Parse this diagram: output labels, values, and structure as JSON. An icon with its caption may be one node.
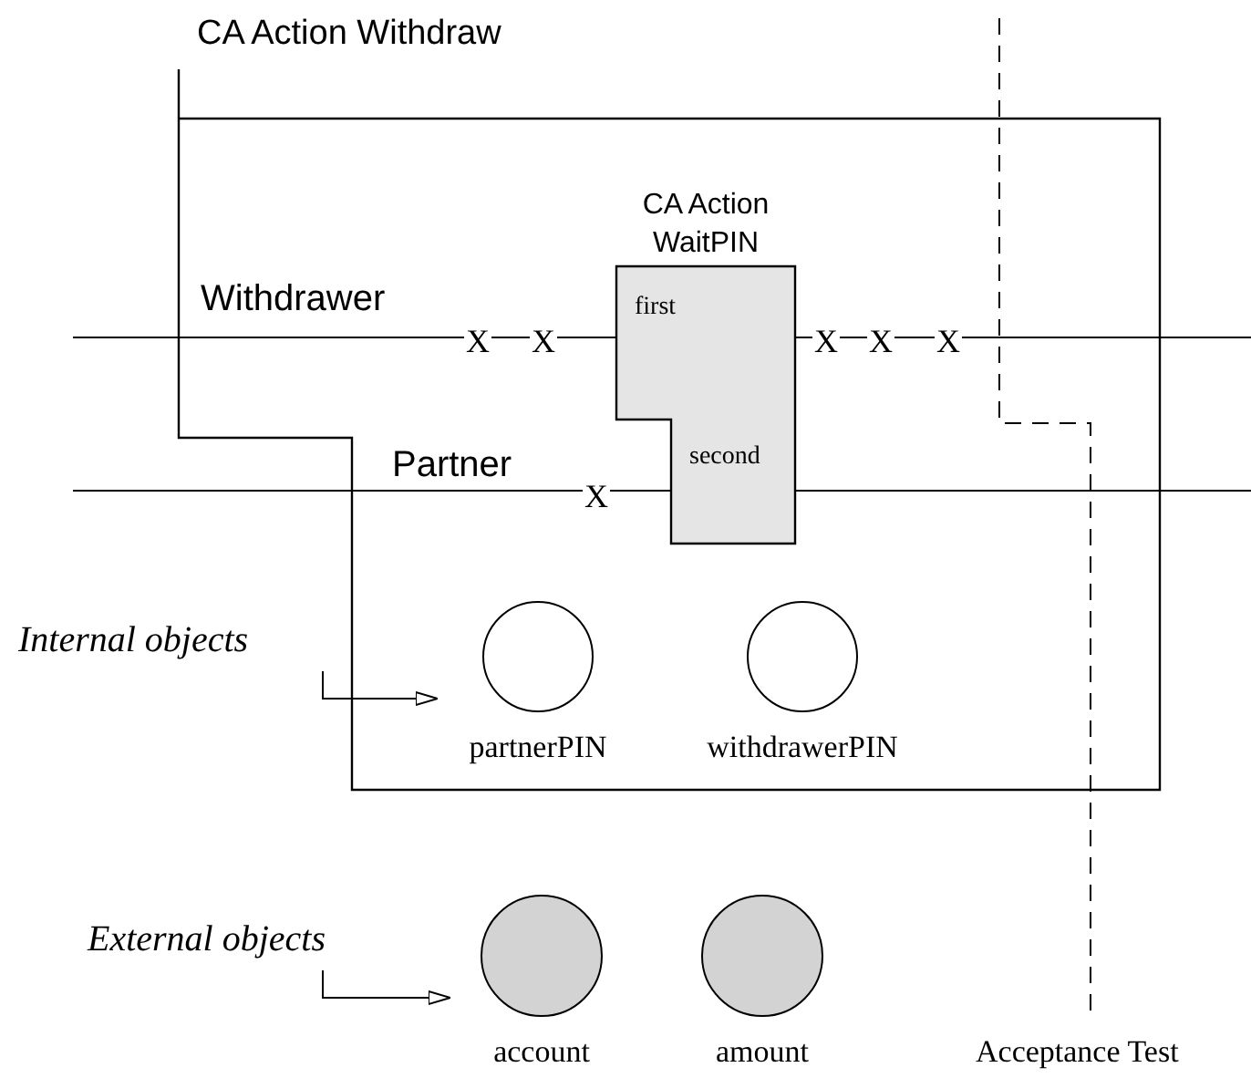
{
  "diagram": {
    "nodes": [
      {
        "text": [
          "CA Action Withdraw"
        ]
      },
      {
        "text": [
          "CA Action WaitPIN",
          "first",
          "second"
        ],
        "in": 0
      },
      {
        "text": [
          "partnerPIN"
        ],
        "in": 0
      },
      {
        "text": [
          "withdrawerPIN"
        ],
        "in": 0
      },
      {
        "text": [
          "Internal objects"
        ]
      },
      {
        "text": [
          "External objects"
        ]
      },
      {
        "text": [
          "account"
        ]
      },
      {
        "text": [
          "amount"
        ]
      }
    ],
    "edges": [
      {
        "from": 4,
        "to": 2,
        "arrow": "to"
      },
      {
        "from": 5,
        "to": 6,
        "arrow": "to"
      }
    ],
    "labels": [
      "Withdrawer",
      "X",
      "X",
      "X",
      "X",
      "X",
      "Partner",
      "X",
      "Acceptance Test"
    ]
  }
}
